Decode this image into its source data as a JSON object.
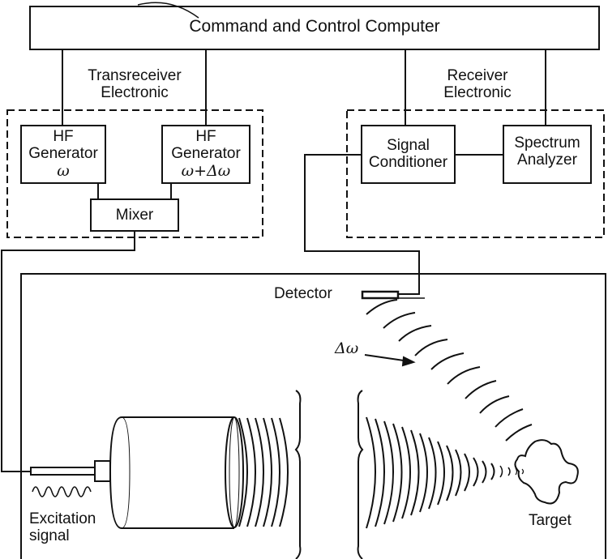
{
  "title": "Command and Control Computer",
  "sections": {
    "transreceiver": {
      "line1": "Transreceiver",
      "line2": "Electronic"
    },
    "receiver": {
      "line1": "Receiver",
      "line2": "Electronic"
    }
  },
  "blocks": {
    "hf_gen_1": {
      "line1": "HF",
      "line2": "Generator",
      "line3": "ω"
    },
    "hf_gen_2": {
      "line1": "HF",
      "line2": "Generator",
      "line3": "ω+Δω"
    },
    "mixer": {
      "label": "Mixer"
    },
    "signal_conditioner": {
      "line1": "Signal",
      "line2": "Conditioner"
    },
    "spectrum_analyzer": {
      "line1": "Spectrum",
      "line2": "Analyzer"
    }
  },
  "scene": {
    "detector_label": "Detector",
    "delta_omega_label": "Δω",
    "excitation_line1": "Excitation",
    "excitation_line2": "signal",
    "target_label": "Target"
  },
  "colors": {
    "ink": "#111111",
    "background": "#ffffff"
  }
}
